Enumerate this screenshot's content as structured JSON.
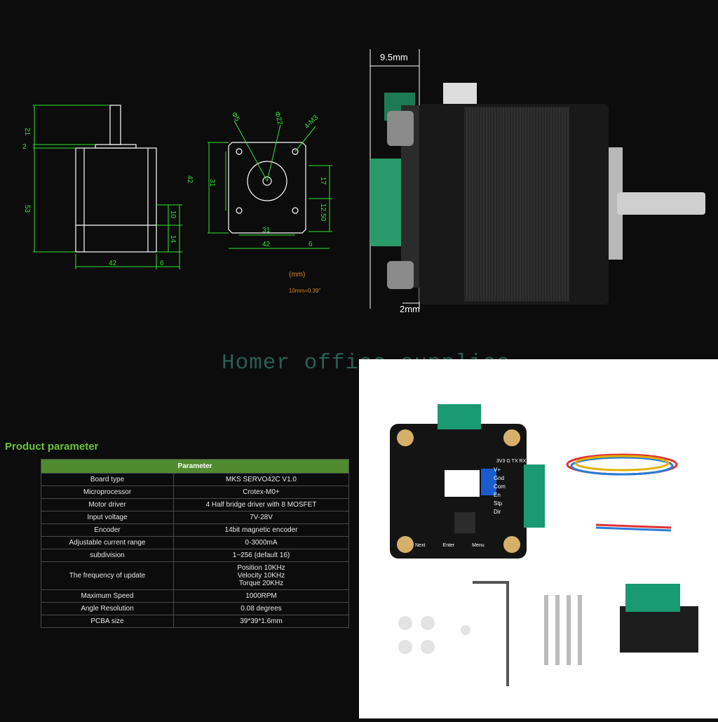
{
  "drawing": {
    "side_view": {
      "d21": "21",
      "d2": "2",
      "d53": "53",
      "d42": "42",
      "d10": "10",
      "d14": "14",
      "d6": "6"
    },
    "front_view": {
      "d_phi5": "Φ5",
      "d_phi22": "Φ22",
      "d_4m3": "4-M3",
      "d42_v": "42",
      "d31_v": "31",
      "d31_h": "31",
      "d42_h": "42",
      "d17": "17",
      "d12_50": "12.50",
      "d6": "6"
    },
    "unit": "(mm)",
    "conversion": "10mm=0.39\""
  },
  "motor_photo": {
    "top_label": "9.5mm",
    "bottom_label": "2mm"
  },
  "watermark": "Homer office supplies",
  "product_params": {
    "title": "Product parameter",
    "header": "Parameter",
    "rows": [
      {
        "key": "Board type",
        "value": "MKS SERVO42C V1.0"
      },
      {
        "key": "Microprocessor",
        "value": "Crotex-M0+"
      },
      {
        "key": "Motor driver",
        "value": "4 Half bridge driver with 8 MOSFET"
      },
      {
        "key": "Input voltage",
        "value": "7V-28V"
      },
      {
        "key": "Encoder",
        "value": "14bit magnetic encoder"
      },
      {
        "key": "Adjustable current range",
        "value": "0-3000mA"
      },
      {
        "key": "subdivision",
        "value": "1~256 (default 16)"
      },
      {
        "key": "The frequency of update",
        "value": "Position 10KHz\nVelocity 10KHz\nTorque 20KHz"
      },
      {
        "key": "Maximum Speed",
        "value": "1000RPM"
      },
      {
        "key": "Angle Resolution",
        "value": "0.08 degrees"
      },
      {
        "key": "PCBA size",
        "value": "39*39*1.6mm"
      }
    ]
  },
  "board": {
    "pins": [
      "V+",
      "Gnd",
      "Com",
      "En",
      "Stp",
      "Dir"
    ],
    "buttons": [
      "Next",
      "Enter",
      "Menu"
    ],
    "header_label": "3V3 G TX RX"
  }
}
